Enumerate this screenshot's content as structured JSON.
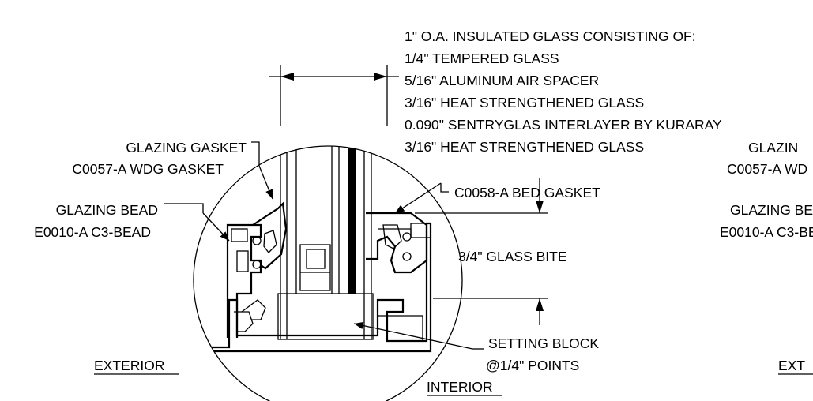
{
  "spec_lines": [
    "1\" O.A. INSULATED GLASS CONSISTING OF:",
    "1/4\" TEMPERED GLASS",
    "5/16\" ALUMINUM AIR SPACER",
    "3/16\" HEAT STRENGTHENED GLASS",
    "0.090\" SENTRYGLAS INTERLAYER BY KURARAY",
    "3/16\" HEAT STRENGTHENED GLASS"
  ],
  "labels": {
    "glazing_gasket": "GLAZING GASKET",
    "wdg_gasket": "C0057-A WDG GASKET",
    "glazing_bead": "GLAZING BEAD",
    "c3_bead": "E0010-A C3-BEAD",
    "bed_gasket": "C0058-A BED GASKET",
    "glass_bite": "3/4\" GLASS BITE",
    "setting_block": "SETTING BLOCK",
    "setting_points": "@1/4\" POINTS",
    "exterior": "EXTERIOR",
    "interior": "INTERIOR"
  },
  "cropped_labels": {
    "glazing_gasket": "GLAZIN",
    "wdg_gasket": "C0057-A WD",
    "glazing_bead": "GLAZING BE",
    "c3_bead": "E0010-A C3-BE",
    "exterior": "EXT"
  }
}
